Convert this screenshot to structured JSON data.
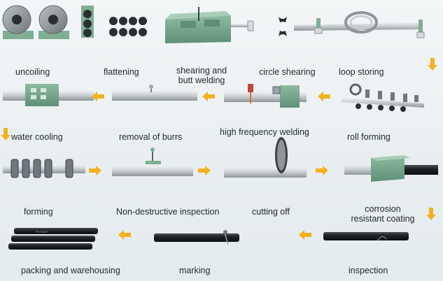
{
  "colors": {
    "arrow": "#f2b21f",
    "machine": "#7fae93",
    "machine_dark": "#5f8f77",
    "pipe_light": "#d6dadc",
    "pipe_mid": "#a9b0b3",
    "pipe_dark": "#2a2f33"
  },
  "steps": {
    "uncoiling": "uncoiling",
    "flattening": "flattening",
    "shearing_line1": "shearing and",
    "shearing_line2": "butt welding",
    "circle_shearing": "circle shearing",
    "loop_storing": "loop storing",
    "water_cooling": "water cooling",
    "removal_of_burrs": "removal of burrs",
    "high_frequency_welding": "high frequency welding",
    "roll_forming": "roll forming",
    "forming": "forming",
    "non_destructive_inspection": "Non-destructive inspection",
    "cutting_off": "cutting off",
    "corrosion_line1": "corrosion",
    "corrosion_line2": "resistant coating",
    "packing": "packing and warehousing",
    "marking": "marking",
    "inspection": "inspection"
  }
}
